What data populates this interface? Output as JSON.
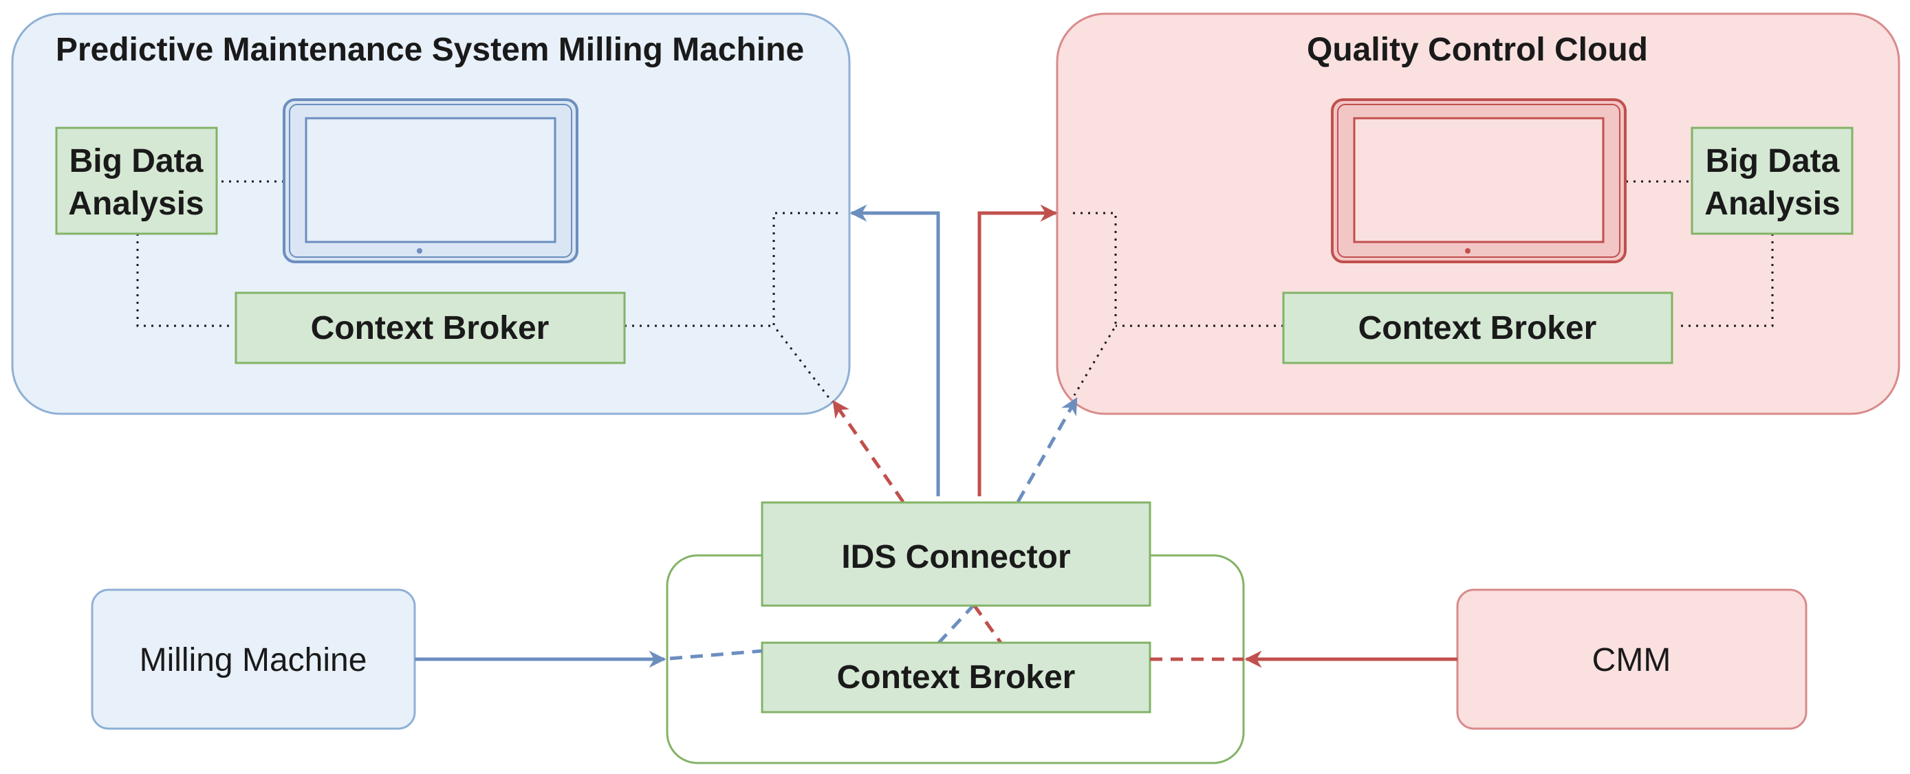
{
  "groups": {
    "predictive": {
      "title": "Predictive Maintenance System Milling Machine"
    },
    "quality": {
      "title": "Quality Control Cloud"
    }
  },
  "nodes": {
    "left_big_data": {
      "line1": "Big Data",
      "line2": "Analysis"
    },
    "left_context_broker": {
      "label": "Context Broker"
    },
    "right_big_data": {
      "line1": "Big Data",
      "line2": "Analysis"
    },
    "right_context_broker": {
      "label": "Context Broker"
    },
    "ids_connector": {
      "label": "IDS Connector"
    },
    "center_context_broker": {
      "label": "Context Broker"
    },
    "milling_machine": {
      "label": "Milling Machine"
    },
    "cmm": {
      "label": "CMM"
    }
  },
  "colors": {
    "blue_fill": "#e8f0f9",
    "blue_stroke": "#8fb0d6",
    "blue_arrow": "#6c8ebf",
    "red_fill": "#fbe0e0",
    "red_stroke": "#d98a8a",
    "red_arrow": "#c0504d",
    "green_fill": "#d5e8d4",
    "green_stroke": "#82b366"
  },
  "icons": {
    "left_device": "tablet-icon",
    "right_device": "tablet-icon"
  }
}
